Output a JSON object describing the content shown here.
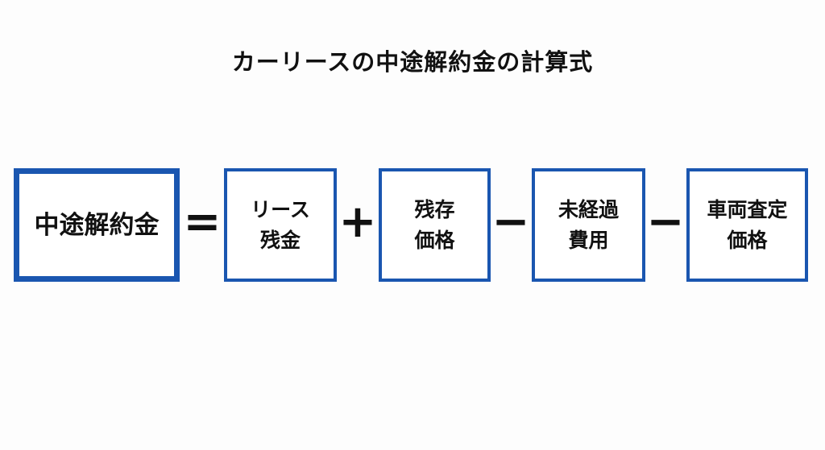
{
  "title": "カーリースの中途解約金の計算式",
  "border_color": "#1a56b0",
  "formula": {
    "result": {
      "lines": [
        "中途解約金"
      ]
    },
    "terms": [
      {
        "op": "=",
        "lines": [
          "リース",
          "残金"
        ]
      },
      {
        "op": "+",
        "lines": [
          "残存",
          "価格"
        ]
      },
      {
        "op": "−",
        "lines": [
          "未経過",
          "費用"
        ]
      },
      {
        "op": "−",
        "lines": [
          "車両査定",
          "価格"
        ]
      }
    ]
  }
}
